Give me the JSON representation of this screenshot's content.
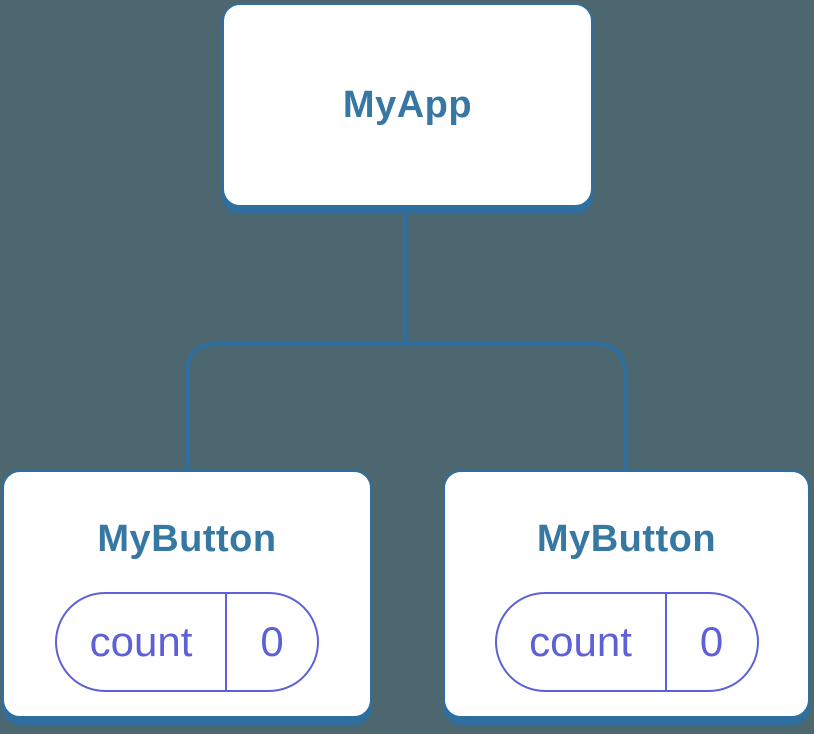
{
  "diagram": {
    "type": "component-tree",
    "colors": {
      "background": "#4d6770",
      "connector_blue": "#2e6f9f",
      "card_background": "#ffffff",
      "card_title_blue": "#3778a3",
      "state_purple": "#5d60d6"
    },
    "tree": {
      "root": {
        "label": "MyApp"
      },
      "children": [
        {
          "label": "MyButton",
          "state": {
            "name": "count",
            "value": "0"
          }
        },
        {
          "label": "MyButton",
          "state": {
            "name": "count",
            "value": "0"
          }
        }
      ]
    }
  }
}
